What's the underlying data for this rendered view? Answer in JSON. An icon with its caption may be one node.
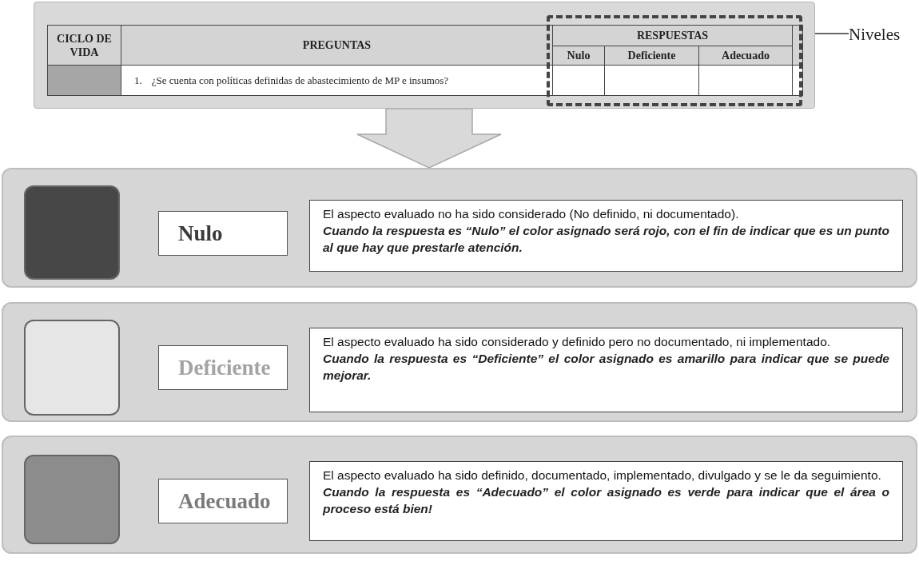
{
  "diagram": {
    "nodes": [
      {
        "text": [],
        "shape": "box"
      },
      {
        "text": [],
        "shape": "box",
        "in": 0
      },
      {
        "text": [
          "Niveles"
        ]
      },
      {
        "text": [],
        "shape": "box"
      },
      {
        "text": [],
        "shape": "box",
        "in": 3
      },
      {
        "text": [
          "Nulo"
        ],
        "in": 3
      },
      {
        "text": [
          "El aspecto evaluado no ha sido considerado (No definido, ni documentado).",
          "Cuando la respuesta es “Nulo” el color asignado será rojo, con el fin de indicar que es un punto al que hay que prestarle atención."
        ],
        "in": 3
      },
      {
        "text": [],
        "shape": "box"
      },
      {
        "text": [],
        "shape": "box",
        "in": 7
      },
      {
        "text": [
          "Deficiente"
        ],
        "in": 7
      },
      {
        "text": [
          "El aspecto evaluado ha sido considerado y definido pero no documentado, ni implementado.",
          "Cuando la respuesta es “Deficiente” el color asignado es amarillo para indicar que se puede mejorar."
        ],
        "in": 7
      },
      {
        "text": [],
        "shape": "box"
      },
      {
        "text": [],
        "shape": "box",
        "in": 11
      },
      {
        "text": [
          "Adecuado"
        ],
        "in": 11
      },
      {
        "text": [
          "El aspecto evaluado ha sido definido, documentado, implementado, divulgado y se le da seguimiento.",
          "Cuando la respuesta es “Adecuado” el color asignado es verde para indicar que el área o proceso está bien!"
        ],
        "in": 11
      }
    ],
    "edges": [
      {
        "from": 2,
        "to": 1,
        "arrow": "to"
      },
      {
        "from": 0,
        "to": 3,
        "arrow": "to",
        "style": "thick"
      }
    ],
    "labels": [
      "CICLO DE VIDA",
      "PREGUNTAS",
      "RESPUESTAS",
      "Nulo",
      "Deficiente",
      "Adecuado",
      "1.",
      "¿Se cuenta con políticas definidas de abastecimiento de MP e insumos?"
    ]
  }
}
